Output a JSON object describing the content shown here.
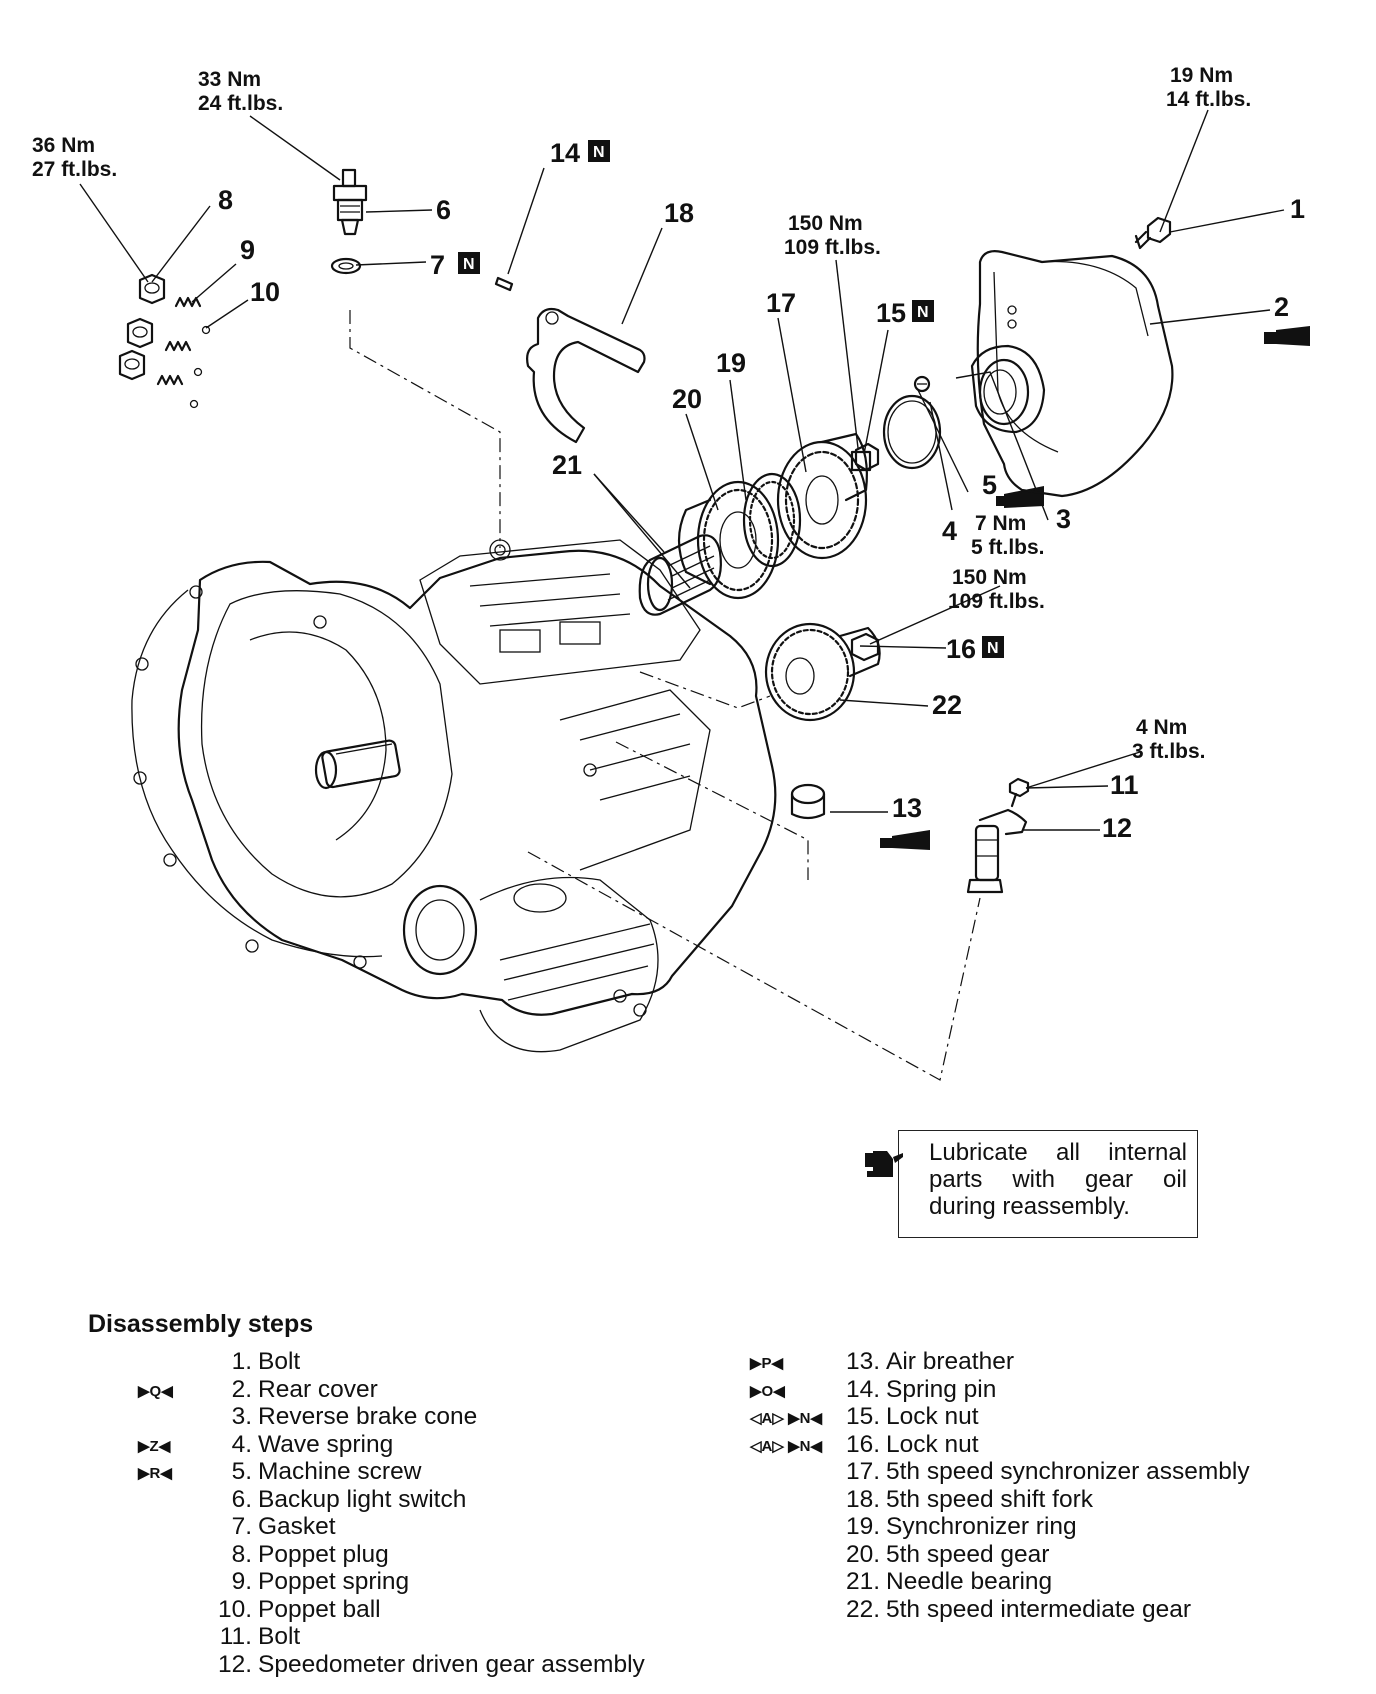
{
  "torque_labels": {
    "t36": [
      "36 Nm",
      "27 ft.lbs."
    ],
    "t33": [
      "33 Nm",
      "24 ft.lbs."
    ],
    "t19": [
      "19 Nm",
      "14 ft.lbs."
    ],
    "t150a": [
      "150 Nm",
      "109 ft.lbs."
    ],
    "t7": [
      "7 Nm",
      "5 ft.lbs."
    ],
    "t150b": [
      "150 Nm",
      "109 ft.lbs."
    ],
    "t4": [
      "4 Nm",
      "3 ft.lbs."
    ]
  },
  "callouts": {
    "c1": "1",
    "c2": "2",
    "c3": "3",
    "c4": "4",
    "c5": "5",
    "c6": "6",
    "c7": "7",
    "c8": "8",
    "c9": "9",
    "c10": "10",
    "c11": "11",
    "c12": "12",
    "c13": "13",
    "c14": "14",
    "c15": "15",
    "c16": "16",
    "c17": "17",
    "c18": "18",
    "c19": "19",
    "c20": "20",
    "c21": "21",
    "c22": "22"
  },
  "replace_marker": "N",
  "sealant_icon": "sealant-tube-icon",
  "note": {
    "icon": "oil-can-icon",
    "text": "Lubricate all internal parts with gear oil during reassembly."
  },
  "steps": {
    "title": "Disassembly steps",
    "left": [
      {
        "mark": "",
        "num": "1.",
        "text": "Bolt"
      },
      {
        "mark": "▶Q◀",
        "num": "2.",
        "text": "Rear cover"
      },
      {
        "mark": "",
        "num": "3.",
        "text": "Reverse brake cone"
      },
      {
        "mark": "▶Z◀",
        "num": "4.",
        "text": "Wave spring"
      },
      {
        "mark": "▶R◀",
        "num": "5.",
        "text": "Machine screw"
      },
      {
        "mark": "",
        "num": "6.",
        "text": "Backup light switch"
      },
      {
        "mark": "",
        "num": "7.",
        "text": "Gasket"
      },
      {
        "mark": "",
        "num": "8.",
        "text": "Poppet plug"
      },
      {
        "mark": "",
        "num": "9.",
        "text": "Poppet spring"
      },
      {
        "mark": "",
        "num": "10.",
        "text": "Poppet ball"
      },
      {
        "mark": "",
        "num": "11.",
        "text": "Bolt"
      },
      {
        "mark": "",
        "num": "12.",
        "text": "Speedometer driven gear assembly"
      }
    ],
    "right": [
      {
        "mark": "▶P◀",
        "num": "13.",
        "text": "Air breather"
      },
      {
        "mark": "▶O◀",
        "num": "14.",
        "text": "Spring pin"
      },
      {
        "mark": "◁A▷ ▶N◀",
        "num": "15.",
        "text": "Lock nut"
      },
      {
        "mark": "◁A▷ ▶N◀",
        "num": "16.",
        "text": "Lock nut"
      },
      {
        "mark": "",
        "num": "17.",
        "text": "5th speed synchronizer assembly"
      },
      {
        "mark": "",
        "num": "18.",
        "text": "5th speed shift fork"
      },
      {
        "mark": "",
        "num": "19.",
        "text": "Synchronizer ring"
      },
      {
        "mark": "",
        "num": "20.",
        "text": "5th speed gear"
      },
      {
        "mark": "",
        "num": "21.",
        "text": "Needle bearing"
      },
      {
        "mark": "",
        "num": "22.",
        "text": "5th speed intermediate gear"
      }
    ]
  }
}
